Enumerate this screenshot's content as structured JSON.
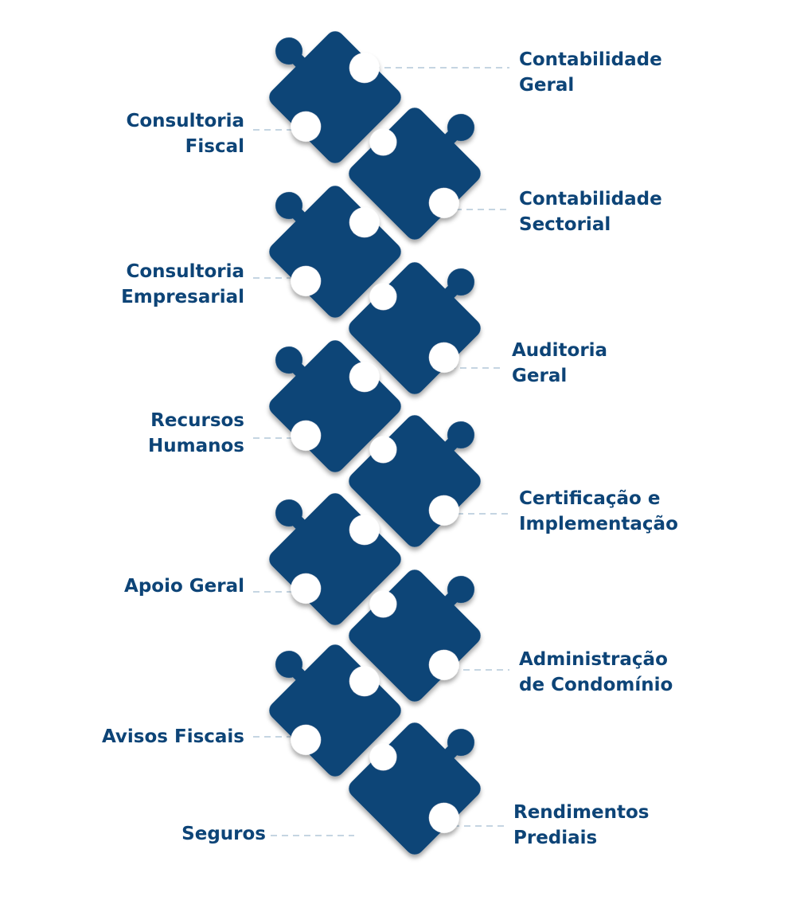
{
  "colors": {
    "dark": "#0d4477",
    "light": "#a3bdd3",
    "text": "#0d4477",
    "dash": "#c5d5e2"
  },
  "left_labels": [
    {
      "lines": [
        "Consultoria",
        "Fiscal"
      ]
    },
    {
      "lines": [
        "Consultoria",
        "Empresarial"
      ]
    },
    {
      "lines": [
        "Recursos",
        "Humanos"
      ]
    },
    {
      "lines": [
        "Apoio Geral"
      ]
    },
    {
      "lines": [
        "Avisos Fiscais"
      ]
    },
    {
      "lines": [
        "Seguros"
      ]
    }
  ],
  "right_labels": [
    {
      "lines": [
        "Contabilidade",
        "Geral"
      ]
    },
    {
      "lines": [
        "Contabilidade",
        "Sectorial"
      ]
    },
    {
      "lines": [
        "Auditoria",
        "Geral"
      ]
    },
    {
      "lines": [
        "Certificação e",
        "Implementação"
      ]
    },
    {
      "lines": [
        "Administração",
        "de Condomínio"
      ]
    },
    {
      "lines": [
        "Rendimentos",
        "Prediais"
      ]
    }
  ]
}
